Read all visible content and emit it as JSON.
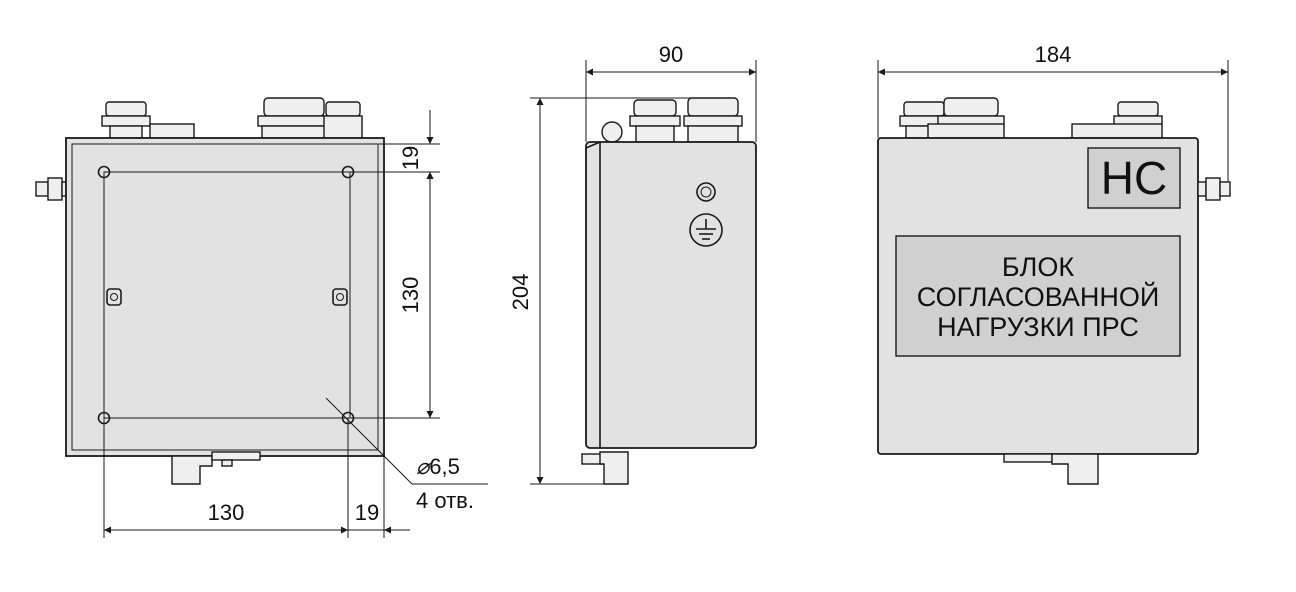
{
  "dimensions": {
    "front_width": "90",
    "rear_width": "184",
    "height": "204",
    "hole_vertical_spacing": "130",
    "hole_horizontal_spacing": "130",
    "top_offset": "19",
    "side_offset": "19",
    "hole_diameter": "6,5",
    "hole_count": "4 отв."
  },
  "labels": {
    "badge": "НС",
    "plate_line1": "БЛОК",
    "plate_line2": "СОГЛАСОВАННОЙ",
    "plate_line3": "НАГРУЗКИ ПРС"
  },
  "symbols": {
    "diameter": "⌀",
    "ground_icon": "earth-ground-icon"
  },
  "colors": {
    "body_fill": "#e2e2e2",
    "plate_fill": "#d0d0d0",
    "line": "#1a1a1a"
  }
}
